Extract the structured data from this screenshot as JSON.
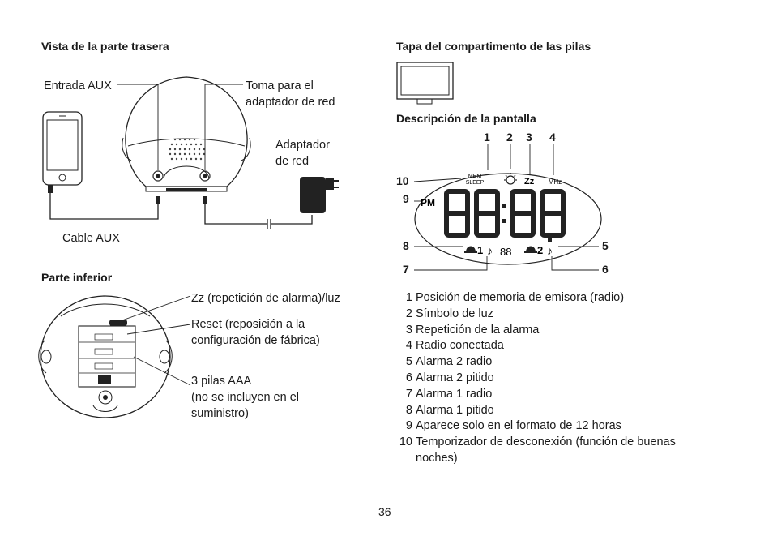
{
  "rear_view": {
    "heading": "Vista de la parte trasera",
    "label_aux_in": "Entrada AUX",
    "label_power_jack_1": "Toma para el",
    "label_power_jack_2": "adaptador de red",
    "label_adapter_1": "Adaptador",
    "label_adapter_2": "de red",
    "label_aux_cable": "Cable AUX"
  },
  "bottom_view": {
    "heading": "Parte inferior",
    "label_snooze": "Zz (repetición de alarma)/luz",
    "label_reset_1": "Reset (reposición a la",
    "label_reset_2": "configuración de fábrica)",
    "label_batteries_1": "3 pilas AAA",
    "label_batteries_2": "(no se incluyen en el",
    "label_batteries_3": "suministro)"
  },
  "battery_cover": {
    "heading": "Tapa del compartimento de las pilas"
  },
  "display": {
    "heading": "Descripción de la pantalla",
    "callouts": [
      "1",
      "2",
      "3",
      "4",
      "5",
      "6",
      "7",
      "8",
      "9",
      "10"
    ],
    "lcd_mem": "MEM",
    "lcd_sleep": "SLEEP",
    "lcd_mhz": "MHz",
    "lcd_pm": "PM",
    "lcd_alarm1_num": "1",
    "lcd_alarm2_num": "2",
    "lcd_preset": "88",
    "lcd_zz": "Zz"
  },
  "legend": [
    {
      "n": "1",
      "text": "Posición de memoria de emisora (radio)"
    },
    {
      "n": "2",
      "text": "Símbolo de luz"
    },
    {
      "n": "3",
      "text": "Repetición de la alarma"
    },
    {
      "n": "4",
      "text": "Radio conectada"
    },
    {
      "n": "5",
      "text": "Alarma 2 radio"
    },
    {
      "n": "6",
      "text": "Alarma 2 pitido"
    },
    {
      "n": "7",
      "text": "Alarma 1 radio"
    },
    {
      "n": "8",
      "text": "Alarma 1 pitido"
    },
    {
      "n": "9",
      "text": "Aparece solo en el formato de 12 horas"
    },
    {
      "n": "10",
      "text": "Temporizador de desconexión (función de buenas noches)"
    }
  ],
  "page_number": "36"
}
